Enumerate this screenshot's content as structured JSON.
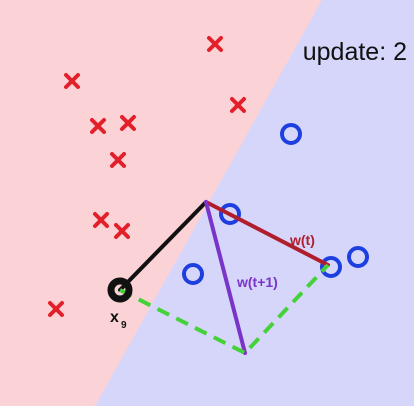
{
  "title": "update: 2",
  "regions": {
    "positive_color": "#fbd2d6",
    "negative_color": "#d6d6fb"
  },
  "markers": {
    "cross_color": "#e3202a",
    "circle_color": "#1d3fe0"
  },
  "labels": {
    "w_t": "w(t)",
    "w_t1": "w(t+1)",
    "x_main": "x",
    "x_sub": "9"
  },
  "colors": {
    "w_t": "#b01e2e",
    "w_t1": "#7a34c8",
    "x_vector": "#111111",
    "dashed": "#45d13a"
  }
}
